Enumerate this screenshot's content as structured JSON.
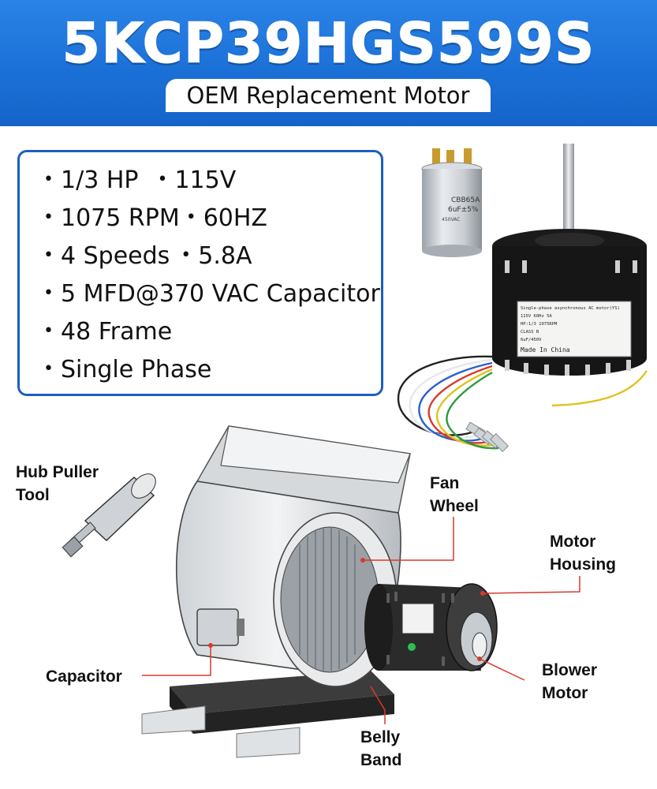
{
  "header": {
    "model": "5KCP39HGS599S",
    "subtitle": "OEM Replacement Motor",
    "brand_color": "#1a6fd6"
  },
  "specs": [
    [
      "1/3 HP",
      "115V"
    ],
    [
      "1075 RPM",
      "60HZ"
    ],
    [
      "4 Speeds",
      "5.8A"
    ],
    [
      "5 MFD@370 VAC Capacitor"
    ],
    [
      "48 Frame"
    ],
    [
      "Single Phase"
    ]
  ],
  "capacitor_label": {
    "model": "CBB65A",
    "rating": "6uF±5%",
    "voltage": "450VAC"
  },
  "motor_label": {
    "line1": "Single-phase asynchronous AC motor(YS)",
    "line2": "115V 60Hz 5A",
    "line3": "HP:1/3 1075RPM",
    "line4": "CLASS B",
    "line5": "6uF/450V",
    "made_in": "Made In China"
  },
  "diagram_labels": {
    "hub_puller": "Hub Puller\nTool",
    "fan_wheel": "Fan\nWheel",
    "motor_housing": "Motor\nHousing",
    "capacitor": "Capacitor",
    "blower_motor": "Blower\nMotor",
    "belly_band": "Belly\nBand"
  },
  "leader_color": "#d83a2a"
}
